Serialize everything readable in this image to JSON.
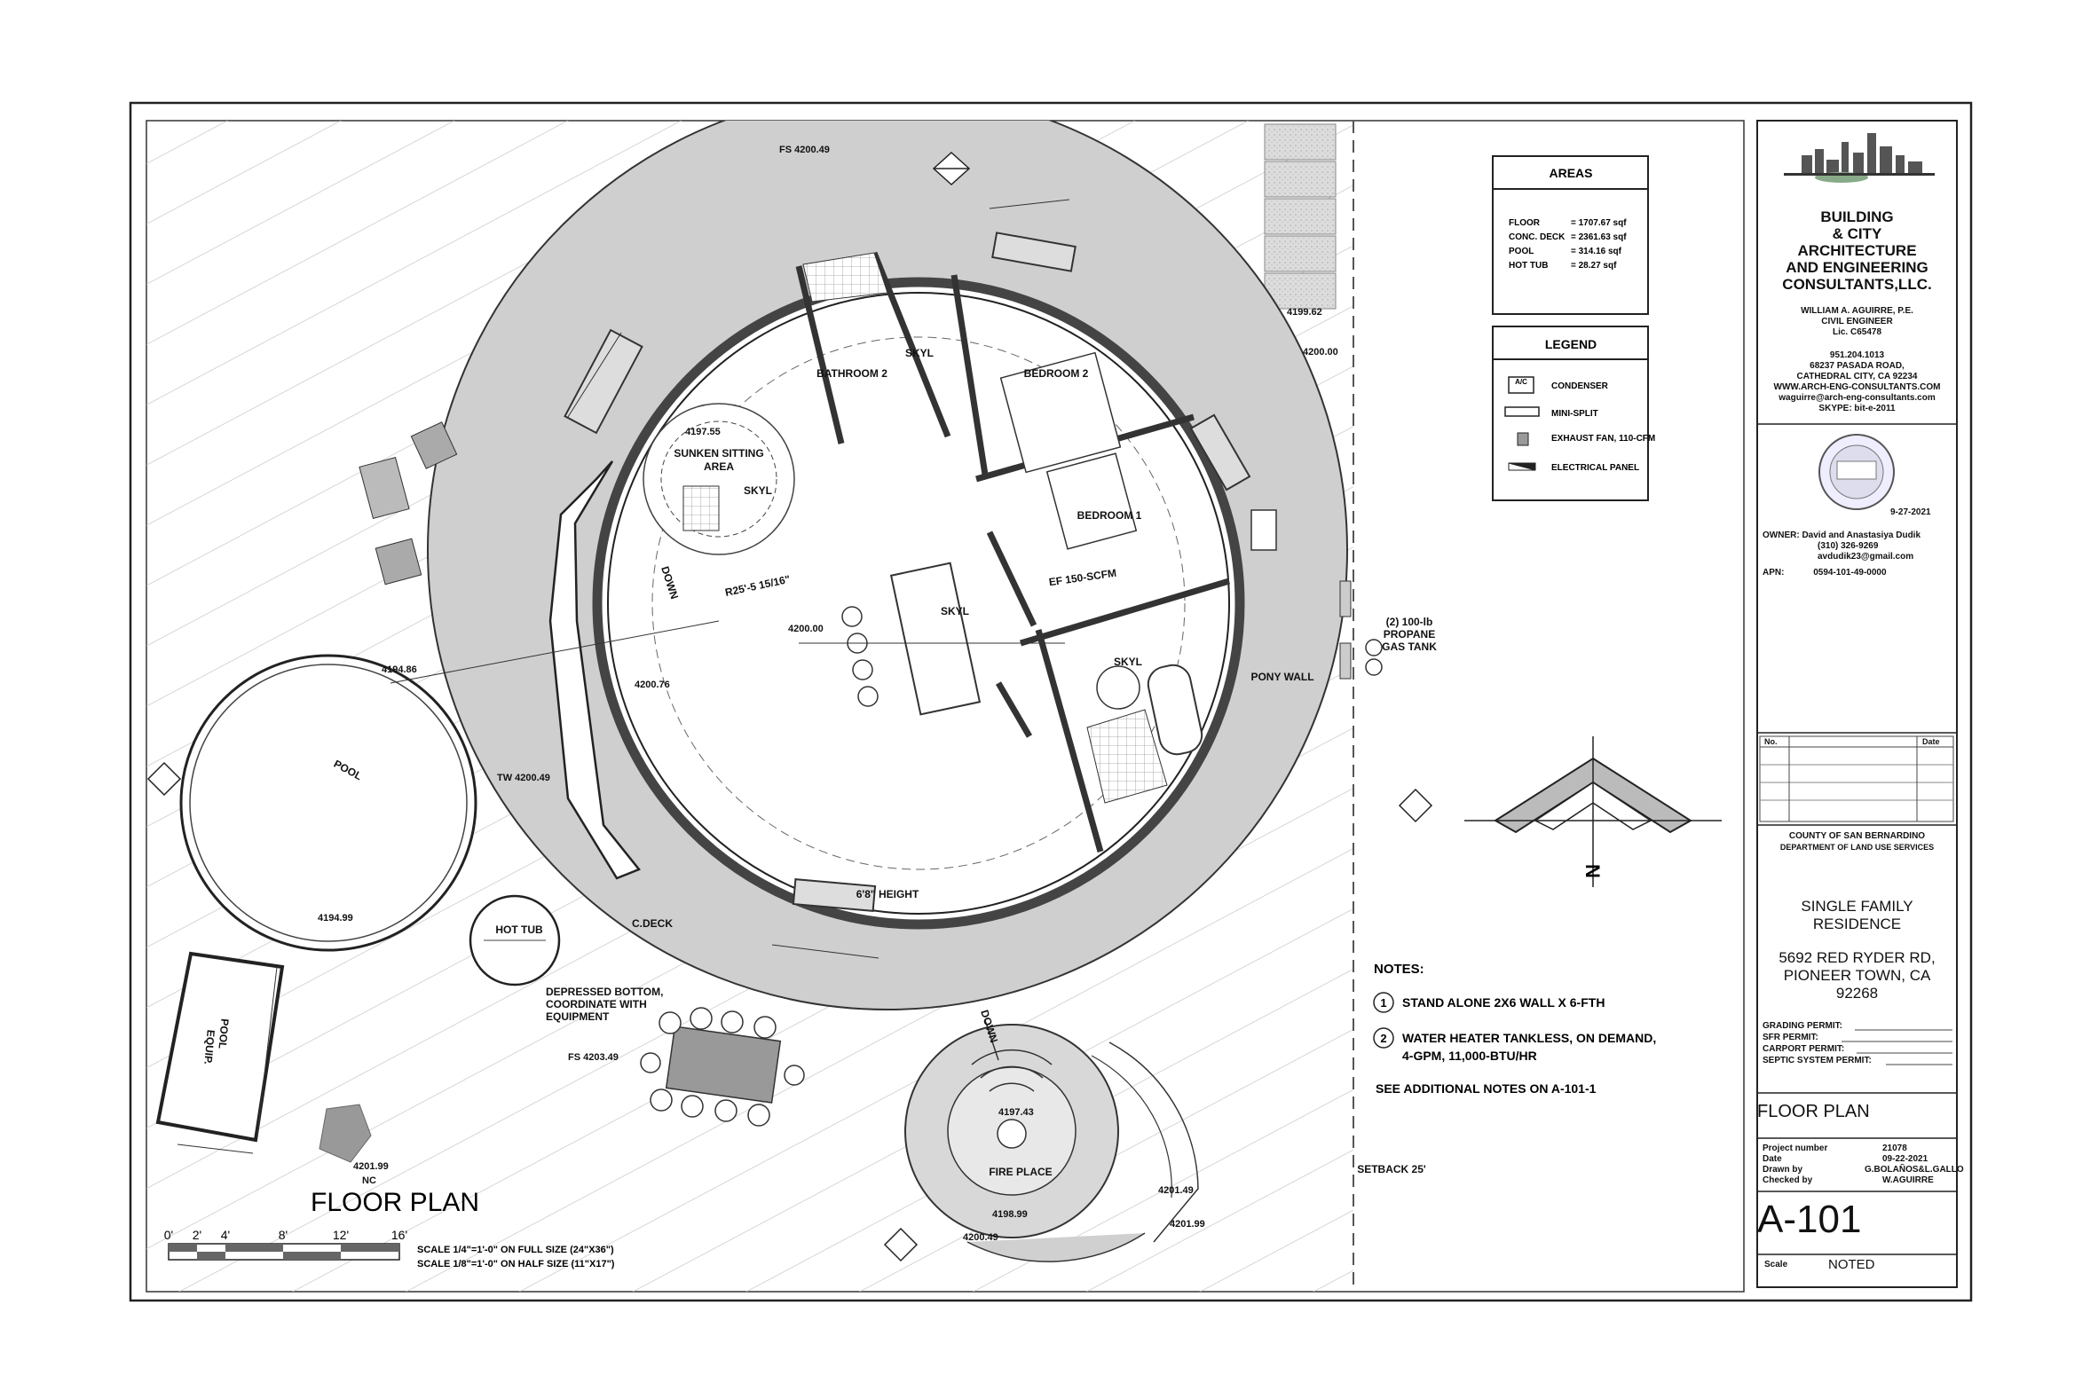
{
  "drawing": {
    "title": "FLOOR PLAN",
    "scale_full": "SCALE 1/4\"=1'-0\" ON FULL SIZE (24\"X36\")",
    "scale_half": "SCALE 1/8\"=1'-0\" ON HALF SIZE (11\"X17\")",
    "scale_ticks": [
      "0'",
      "2'",
      "4'",
      "8'",
      "12'",
      "16'"
    ],
    "north": "N"
  },
  "rooms": {
    "bathroom2": "BATHROOM 2",
    "bedroom2": "BEDROOM 2",
    "bedroom1": "BEDROOM 1",
    "sunken": "SUNKEN SITTING",
    "sunken2": "AREA",
    "pool": "POOL",
    "hot_tub": "HOT TUB",
    "pool_equip1": "POOL",
    "pool_equip2": "EQUIP.",
    "fire_place": "FIRE PLACE",
    "cdeck": "C.DECK",
    "pony_wall": "PONY WALL",
    "propane1": "(2) 100-lb",
    "propane2": "PROPANE",
    "propane3": "GAS TANK",
    "depressed1": "DEPRESSED BOTTOM,",
    "depressed2": "COORDINATE WITH",
    "depressed3": "EQUIPMENT",
    "setback": "SETBACK 25'",
    "height": "6'8\" HEIGHT",
    "exhaust": "EF 150-SCFM",
    "skyl": "SKYL",
    "down": "DOWN",
    "radius": "R25'-5 15/16\""
  },
  "elevations": {
    "fs1": "FS 4200.49",
    "fs2": "FS 4203.49",
    "tw": "TW 4200.49",
    "e1": "4199.62",
    "e2": "4200.00",
    "e3": "4197.55",
    "e4": "4200.00",
    "e5": "4194.86",
    "e6": "4200.76",
    "e7": "4194.99",
    "e8": "4197.43",
    "e9": "4198.99",
    "e10": "4200.49",
    "e11": "4201.99",
    "e12": "4201.49",
    "e13": "4201.99",
    "nc": "NC"
  },
  "areas": {
    "header": "AREAS",
    "rows": [
      {
        "label": "FLOOR",
        "value": "= 1707.67 sqf"
      },
      {
        "label": "CONC. DECK",
        "value": "= 2361.63 sqf"
      },
      {
        "label": "POOL",
        "value": "= 314.16 sqf"
      },
      {
        "label": "HOT TUB",
        "value": "= 28.27 sqf"
      }
    ]
  },
  "legend": {
    "header": "LEGEND",
    "items": [
      {
        "symbol": "A/C",
        "label": "CONDENSER"
      },
      {
        "symbol": "",
        "label": "MINI-SPLIT"
      },
      {
        "symbol": "",
        "label": "EXHAUST FAN, 110-CFM"
      },
      {
        "symbol": "",
        "label": "ELECTRICAL PANEL"
      }
    ]
  },
  "notes": {
    "header": "NOTES:",
    "items": [
      {
        "num": "1",
        "text": "STAND ALONE 2X6 WALL X 6-FTH"
      },
      {
        "num": "2",
        "text": "WATER HEATER TANKLESS, ON DEMAND, 4-GPM, 11,000-BTU/HR"
      }
    ],
    "additional": "SEE ADDITIONAL NOTES ON A-101-1"
  },
  "title_block": {
    "firm_lines": [
      "BUILDING",
      "& CITY",
      "ARCHITECTURE",
      "AND ENGINEERING",
      "CONSULTANTS,LLC."
    ],
    "engineer": "WILLIAM A. AGUIRRE, P.E.",
    "engineer_title": "CIVIL ENGINEER",
    "license": "Lic. C65478",
    "phone": "951.204.1013",
    "address1": "68237 PASADA ROAD,",
    "address2": "CATHEDRAL CITY, CA 92234",
    "website": "WWW.ARCH-ENG-CONSULTANTS.COM",
    "email": "waguirre@arch-eng-consultants.com",
    "skype": "SKYPE: bit-e-2011",
    "seal_date": "9-27-2021",
    "owner_label": "OWNER:",
    "owner_name": "David and Anastasiya Dudik",
    "owner_phone": "(310) 326-9269",
    "owner_email": "avdudik23@gmail.com",
    "apn_label": "APN:",
    "apn": "0594-101-49-0000",
    "rev_no": "No.",
    "rev_date": "Date",
    "county": "COUNTY OF SAN BERNARDINO",
    "department": "DEPARTMENT OF LAND USE SERVICES",
    "project1": "SINGLE FAMILY",
    "project2": "RESIDENCE",
    "site1": "5692 RED RYDER RD,",
    "site2": "PIONEER TOWN, CA",
    "site3": "92268",
    "permits": [
      "GRADING PERMIT:",
      "SFR PERMIT:",
      "CARPORT PERMIT:",
      "SEPTIC SYSTEM PERMIT:"
    ],
    "sheet_title": "FLOOR PLAN",
    "project_number_label": "Project number",
    "project_number": "21078",
    "date_label": "Date",
    "date": "09-22-2021",
    "drawn_label": "Drawn by",
    "drawn": "G.BOLAÑOS&L.GALLO",
    "checked_label": "Checked by",
    "checked": "W.AGUIRRE",
    "sheet_number": "A-101",
    "scale_label": "Scale",
    "scale": "NOTED"
  }
}
